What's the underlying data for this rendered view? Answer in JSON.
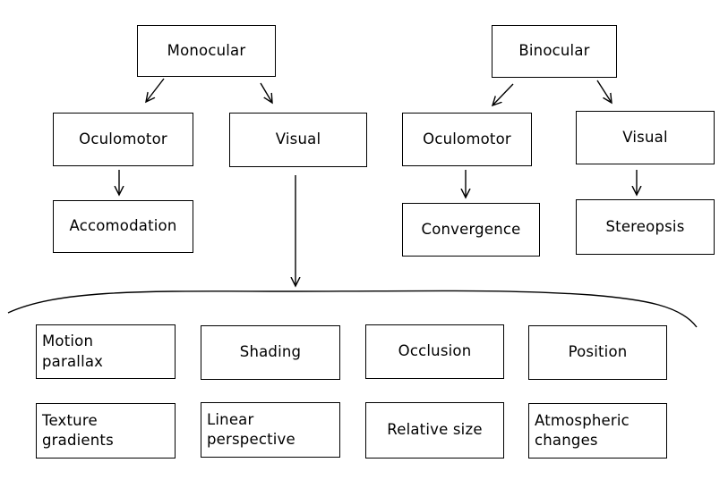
{
  "nodes": {
    "monocular": "Monocular",
    "binocular": "Binocular",
    "mono_oculomotor": "Oculomotor",
    "mono_visual": "Visual",
    "bino_oculomotor": "Oculomotor",
    "bino_visual": "Visual",
    "accomodation": "Accomodation",
    "convergence": "Convergence",
    "stereopsis": "Stereopsis"
  },
  "cues": {
    "row1": {
      "motion_parallax": "Motion\nparallax",
      "shading": "Shading",
      "occlusion": "Occlusion",
      "position": "Position"
    },
    "row2": {
      "texture_gradients": "Texture\ngradients",
      "linear_perspective": "Linear\nperspective",
      "relative_size": "Relative size",
      "atmospheric_changes": "Atmospheric\nchanges"
    }
  }
}
